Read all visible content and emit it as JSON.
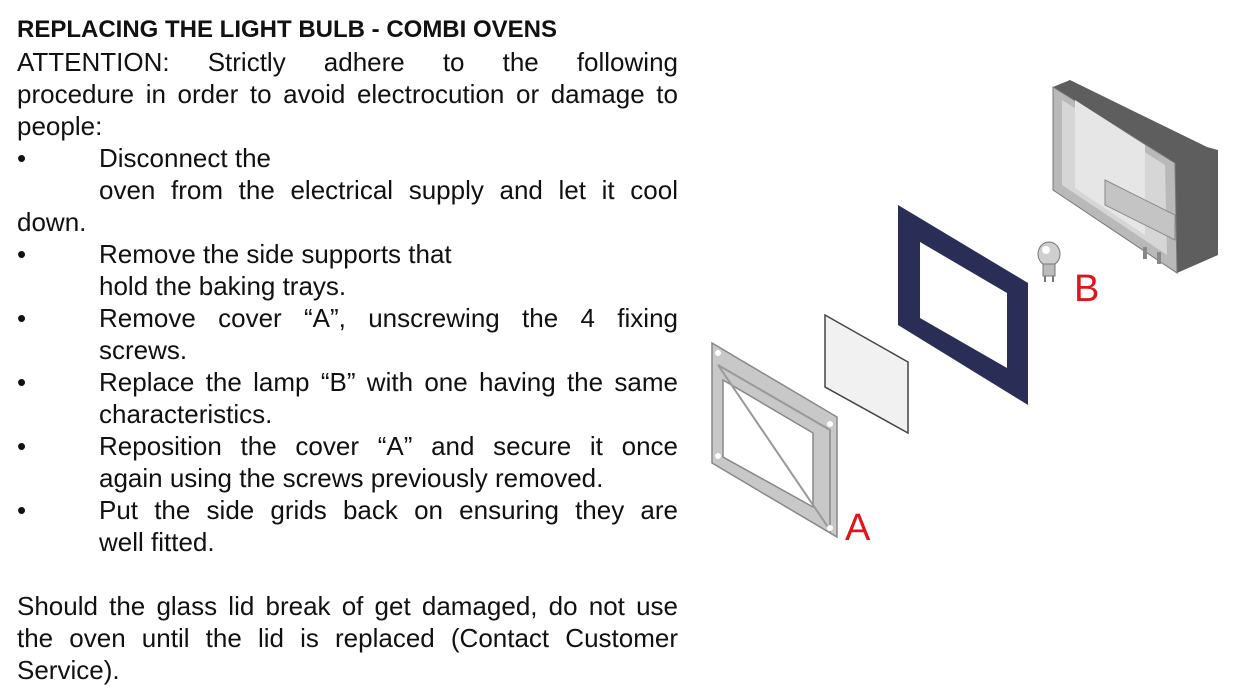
{
  "title": "REPLACING THE LIGHT BULB - COMBI OVENS",
  "attention": [
    "ATTENTION: Strictly adhere to the following",
    "procedure in order to avoid electrocution or damage to",
    "people:"
  ],
  "bullet_glyph": "•",
  "steps": [
    {
      "lines": [
        "Disconnect the",
        "oven from the electrical supply and let it cool",
        "down."
      ]
    },
    {
      "lines": [
        "Remove the side supports that",
        "hold the baking trays."
      ]
    },
    {
      "lines": [
        "Remove cover “A”, unscrewing the 4 fixing",
        "screws."
      ]
    },
    {
      "lines": [
        "Replace the lamp “B” with one having the same",
        "characteristics."
      ]
    },
    {
      "lines": [
        "Reposition the cover “A” and secure it once",
        "again using the screws previously removed."
      ]
    },
    {
      "lines": [
        "Put the side grids back on ensuring they are",
        "well fitted."
      ]
    }
  ],
  "note": [
    "Should the glass lid break of get damaged, do not use",
    "the oven until the lid is replaced (Contact Customer",
    "Service)."
  ],
  "diagram": {
    "label_a": "A",
    "label_b": "B",
    "label_color": "#e0141e",
    "gasket_color": "#2a2d55"
  }
}
